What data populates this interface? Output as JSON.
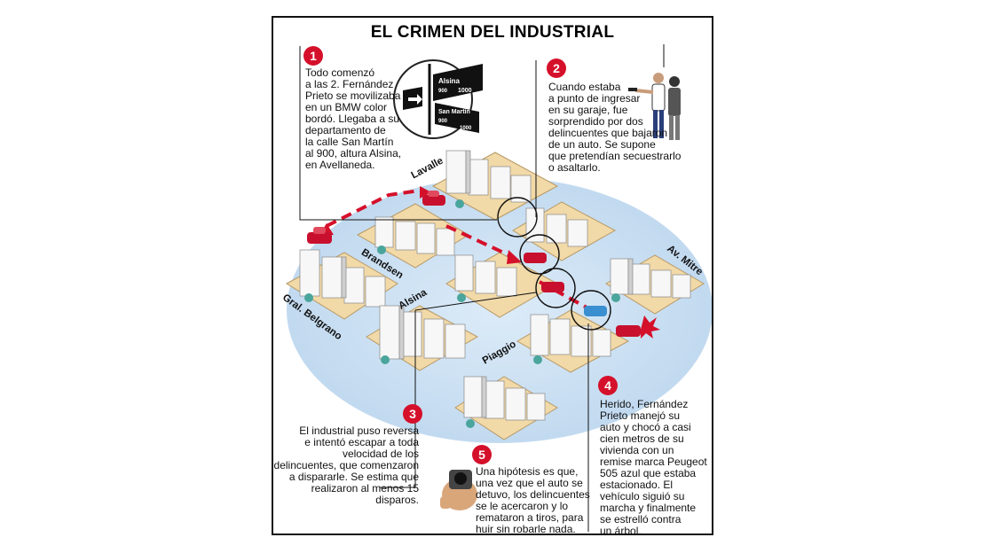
{
  "title": "EL CRIMEN DEL INDUSTRIAL",
  "steps": [
    {
      "number": "1",
      "text": [
        "Todo comenzó",
        "a las 2. Fernández",
        "Prieto se movilizaba",
        "en un BMW color",
        "bordó. Llegaba a su",
        "departamento de",
        "la calle San Martín",
        "al 900, altura Alsina,",
        "en Avellaneda."
      ]
    },
    {
      "number": "2",
      "text": [
        "Cuando estaba",
        "a punto de ingresar",
        "en su garaje, fue",
        "sorprendido por dos",
        "delincuentes que bajaron",
        "de un auto. Se supone",
        "que pretendían secuestrarlo",
        "o asaltarlo."
      ]
    },
    {
      "number": "3",
      "text": [
        "El industrial puso reversa",
        "e intentó escapar a toda",
        "velocidad de los",
        "delincuentes, que comenzaron",
        "a dispararle. Se estima que",
        "realizaron al menos 15 disparos."
      ]
    },
    {
      "number": "4",
      "text": [
        "Herido, Fernández",
        "Prieto manejó su",
        "auto y chocó a casi",
        "cien metros de su",
        "vivienda con un",
        "remise marca Peugeot",
        "505 azul que estaba",
        "estacionado. El",
        "vehículo siguió su",
        "marcha y finalmente",
        "se estrelló contra",
        "un árbol."
      ]
    },
    {
      "number": "5",
      "text": [
        "Una hipótesis es que,",
        "una vez que el auto se",
        "detuvo, los delincuentes",
        "se le acercaron y lo",
        "remataron a tiros, para",
        "huir sin robarle nada."
      ]
    }
  ],
  "streets": {
    "lavalle": "Lavalle",
    "brandsen": "Brandsen",
    "alsina": "Alsina",
    "gral_belgrano": "Gral. Belgrano",
    "piaggio": "Piaggio",
    "av_mitre": "Av. Mitre"
  },
  "street_sign": {
    "top_name": "Alsina",
    "top_number": "1000",
    "top_number_small": "900",
    "bottom_name": "San Martín",
    "bottom_number_left": "900",
    "bottom_number_right": "1000"
  },
  "colors": {
    "accent_red": "#d5102a",
    "ground_blue": "#cfe3f4",
    "block_tan": "#f1d9a8",
    "car_red": "#c8102e",
    "car_blue": "#3a8fd0"
  }
}
